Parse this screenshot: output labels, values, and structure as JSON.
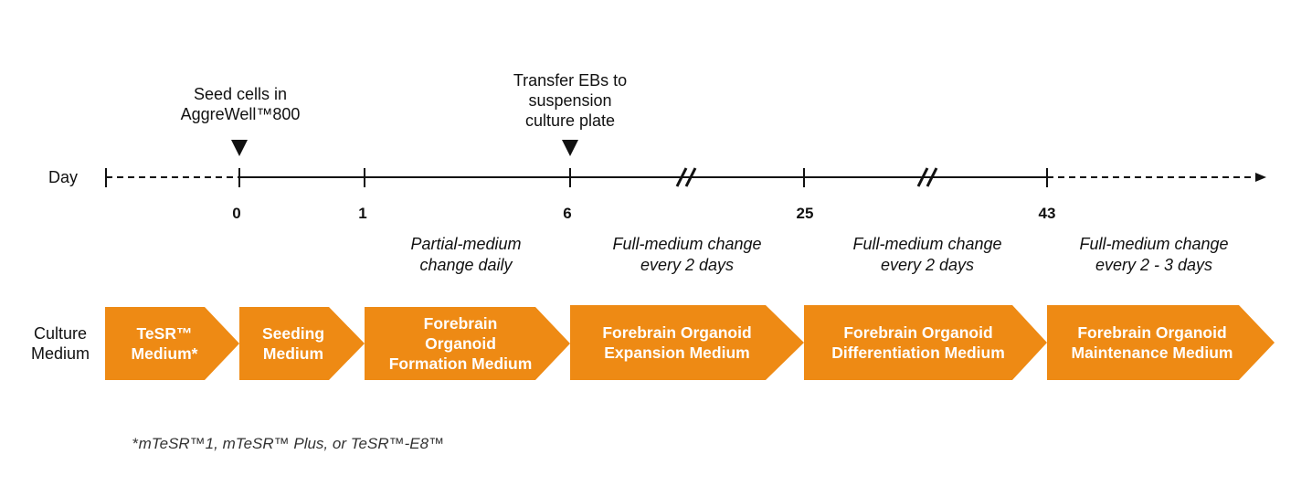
{
  "events": [
    {
      "lines": [
        "Seed cells in",
        "AggreWell™800"
      ]
    },
    {
      "lines": [
        "Transfer EBs to",
        "suspension",
        "culture plate"
      ]
    }
  ],
  "axis": {
    "label": "Day"
  },
  "ticks": [
    {
      "label": "0"
    },
    {
      "label": "1"
    },
    {
      "label": "6"
    },
    {
      "label": "25"
    },
    {
      "label": "43"
    }
  ],
  "medium_changes": [
    {
      "lines": [
        "Partial-medium",
        "change daily"
      ]
    },
    {
      "lines": [
        "Full-medium change",
        "every 2 days"
      ]
    },
    {
      "lines": [
        "Full-medium change",
        "every 2 days"
      ]
    },
    {
      "lines": [
        "Full-medium change",
        "every 2 - 3 days"
      ]
    }
  ],
  "row_label": {
    "lines": [
      "Culture",
      "Medium"
    ]
  },
  "media": [
    {
      "lines": [
        "TeSR™",
        "Medium*"
      ]
    },
    {
      "lines": [
        "Seeding",
        "Medium"
      ]
    },
    {
      "lines": [
        "Forebrain",
        "Organoid",
        "Formation Medium"
      ]
    },
    {
      "lines": [
        "Forebrain Organoid",
        "Expansion Medium"
      ]
    },
    {
      "lines": [
        "Forebrain Organoid",
        "Differentiation Medium"
      ]
    },
    {
      "lines": [
        "Forebrain Organoid",
        "Maintenance Medium"
      ]
    }
  ],
  "footnote": {
    "mark": "*",
    "text": "mTeSR™1, mTeSR™ Plus, or TeSR™-E8™"
  },
  "colors": {
    "medium_fill": "#ee8a14",
    "line": "#111111",
    "text_on_fill": "#ffffff"
  }
}
